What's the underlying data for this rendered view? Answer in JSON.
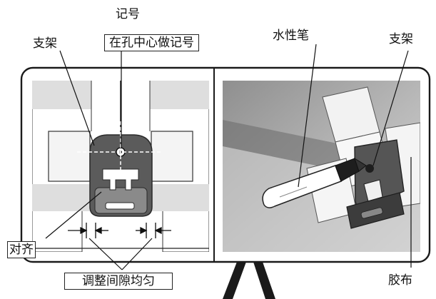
{
  "labels": {
    "mark_heading": "记号",
    "mark_note": "在孔中心做记号",
    "bracket_left": "支架",
    "pen": "水性笔",
    "bracket_right": "支架",
    "align": "对齐",
    "even_gap": "调整间隙均匀",
    "tape": "胶布"
  },
  "colors": {
    "line": "#1a1a1a",
    "panel_bg": "#ffffff",
    "shade_light": "#dcdcdc",
    "shade_mid": "#b4b4b4",
    "bracket_fill": "#5e5e5e",
    "bracket_dark": "#3a3a3a",
    "photo_bg": "#9a9a9a"
  }
}
